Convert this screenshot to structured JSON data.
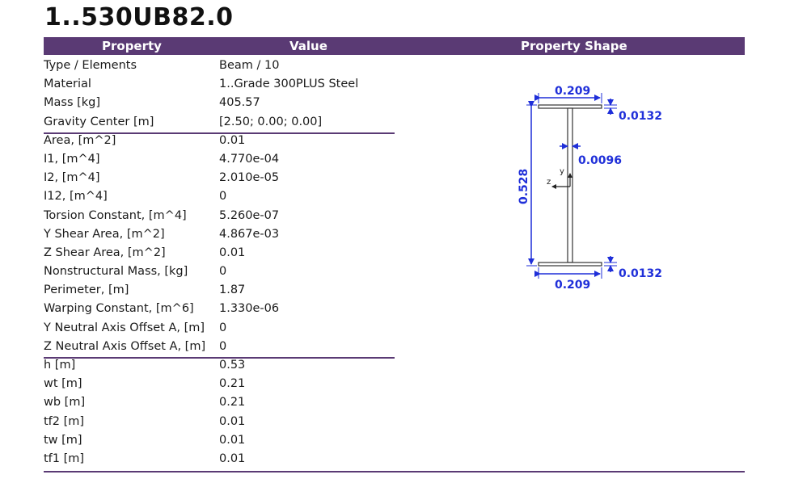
{
  "title": "1..530UB82.0",
  "header": {
    "property": "Property",
    "value": "Value",
    "shape": "Property Shape"
  },
  "groups": [
    [
      {
        "k": "Type / Elements",
        "v": "Beam / 10"
      },
      {
        "k": "Material",
        "v": "1..Grade 300PLUS Steel"
      },
      {
        "k": "Mass [kg]",
        "v": "405.57"
      },
      {
        "k": "Gravity Center [m]",
        "v": "[2.50; 0.00; 0.00]"
      }
    ],
    [
      {
        "k": "Area, [m^2]",
        "v": "0.01"
      },
      {
        "k": "I1, [m^4]",
        "v": "4.770e-04"
      },
      {
        "k": "I2, [m^4]",
        "v": "2.010e-05"
      },
      {
        "k": "I12, [m^4]",
        "v": "0"
      },
      {
        "k": "Torsion Constant, [m^4]",
        "v": "5.260e-07"
      },
      {
        "k": "Y Shear Area, [m^2]",
        "v": "4.867e-03"
      },
      {
        "k": "Z Shear Area, [m^2]",
        "v": "0.01"
      },
      {
        "k": "Nonstructural Mass, [kg]",
        "v": "0"
      },
      {
        "k": "Perimeter, [m]",
        "v": "1.87"
      },
      {
        "k": "Warping Constant, [m^6]",
        "v": "1.330e-06"
      },
      {
        "k": "Y Neutral Axis Offset A, [m]",
        "v": "0"
      },
      {
        "k": "Z Neutral Axis Offset A, [m]",
        "v": "0"
      }
    ],
    [
      {
        "k": "h [m]",
        "v": "0.53"
      },
      {
        "k": "wt [m]",
        "v": "0.21"
      },
      {
        "k": "wb [m]",
        "v": "0.21"
      },
      {
        "k": "tf2 [m]",
        "v": "0.01"
      },
      {
        "k": "tw [m]",
        "v": "0.01"
      },
      {
        "k": "tf1 [m]",
        "v": "0.01"
      }
    ]
  ],
  "shape": {
    "top_width": "0.209",
    "bottom_width": "0.209",
    "top_flange": "0.0132",
    "bottom_flange": "0.0132",
    "web": "0.0096",
    "height": "0.528",
    "axis_y": "y",
    "axis_z": "z"
  },
  "colors": {
    "accent": "#5a3a74",
    "dimension": "#1f2fd9"
  }
}
